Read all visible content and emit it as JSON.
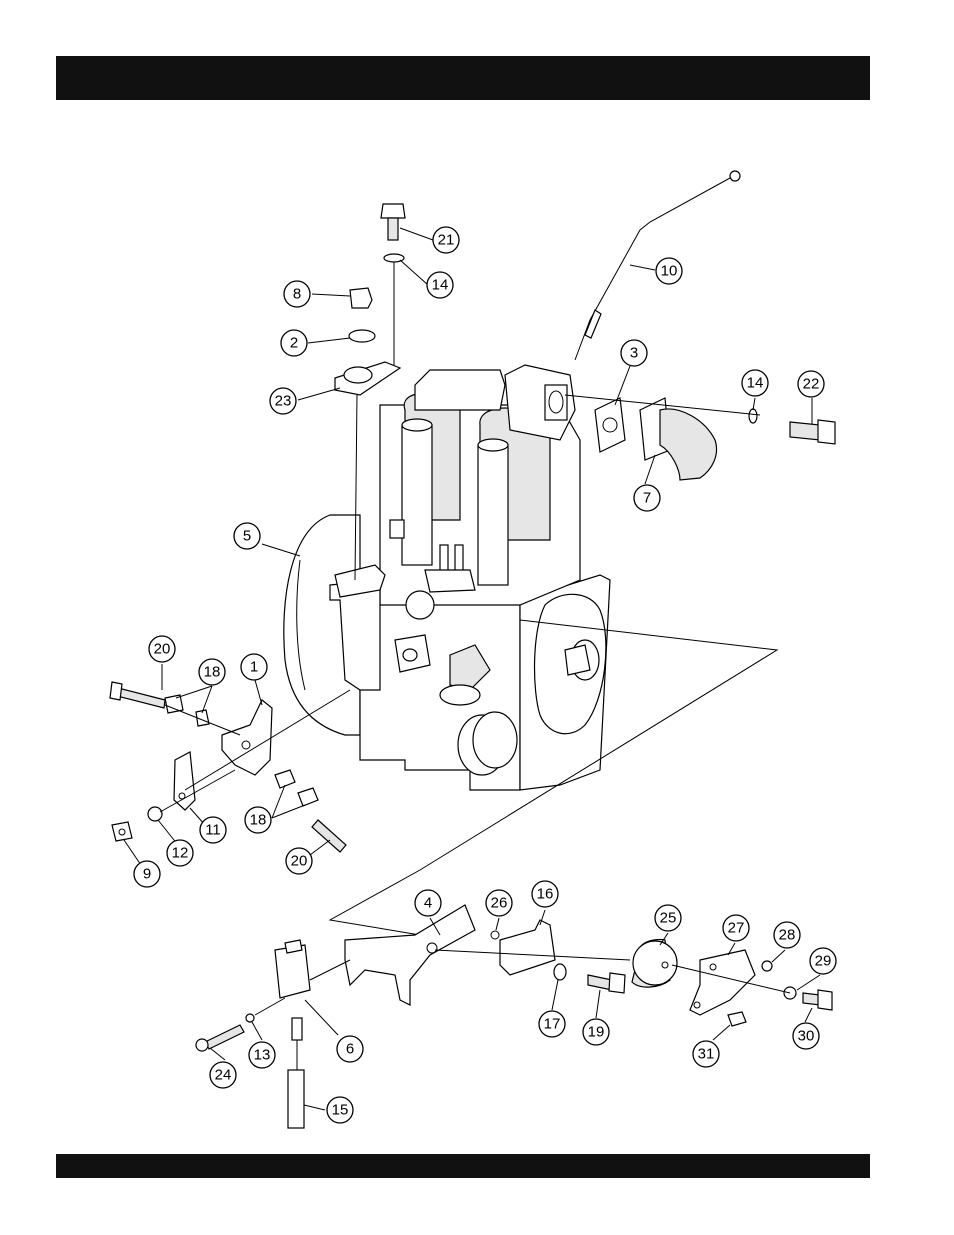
{
  "header_bar": {
    "color": "#111111"
  },
  "footer_bar": {
    "color": "#111111"
  },
  "callouts": [
    {
      "id": "c1",
      "label": "1"
    },
    {
      "id": "c2",
      "label": "2"
    },
    {
      "id": "c3",
      "label": "3"
    },
    {
      "id": "c4",
      "label": "4"
    },
    {
      "id": "c5",
      "label": "5"
    },
    {
      "id": "c6",
      "label": "6"
    },
    {
      "id": "c7",
      "label": "7"
    },
    {
      "id": "c8",
      "label": "8"
    },
    {
      "id": "c9",
      "label": "9"
    },
    {
      "id": "c10",
      "label": "10"
    },
    {
      "id": "c11",
      "label": "11"
    },
    {
      "id": "c12",
      "label": "12"
    },
    {
      "id": "c13",
      "label": "13"
    },
    {
      "id": "c14a",
      "label": "14"
    },
    {
      "id": "c14b",
      "label": "14"
    },
    {
      "id": "c15",
      "label": "15"
    },
    {
      "id": "c16",
      "label": "16"
    },
    {
      "id": "c17",
      "label": "17"
    },
    {
      "id": "c18a",
      "label": "18"
    },
    {
      "id": "c18b",
      "label": "18"
    },
    {
      "id": "c19",
      "label": "19"
    },
    {
      "id": "c20a",
      "label": "20"
    },
    {
      "id": "c20b",
      "label": "20"
    },
    {
      "id": "c21",
      "label": "21"
    },
    {
      "id": "c22",
      "label": "22"
    },
    {
      "id": "c23",
      "label": "23"
    },
    {
      "id": "c24",
      "label": "24"
    },
    {
      "id": "c25",
      "label": "25"
    },
    {
      "id": "c26",
      "label": "26"
    },
    {
      "id": "c27",
      "label": "27"
    },
    {
      "id": "c28",
      "label": "28"
    },
    {
      "id": "c29",
      "label": "29"
    },
    {
      "id": "c30",
      "label": "30"
    },
    {
      "id": "c31",
      "label": "31"
    }
  ]
}
